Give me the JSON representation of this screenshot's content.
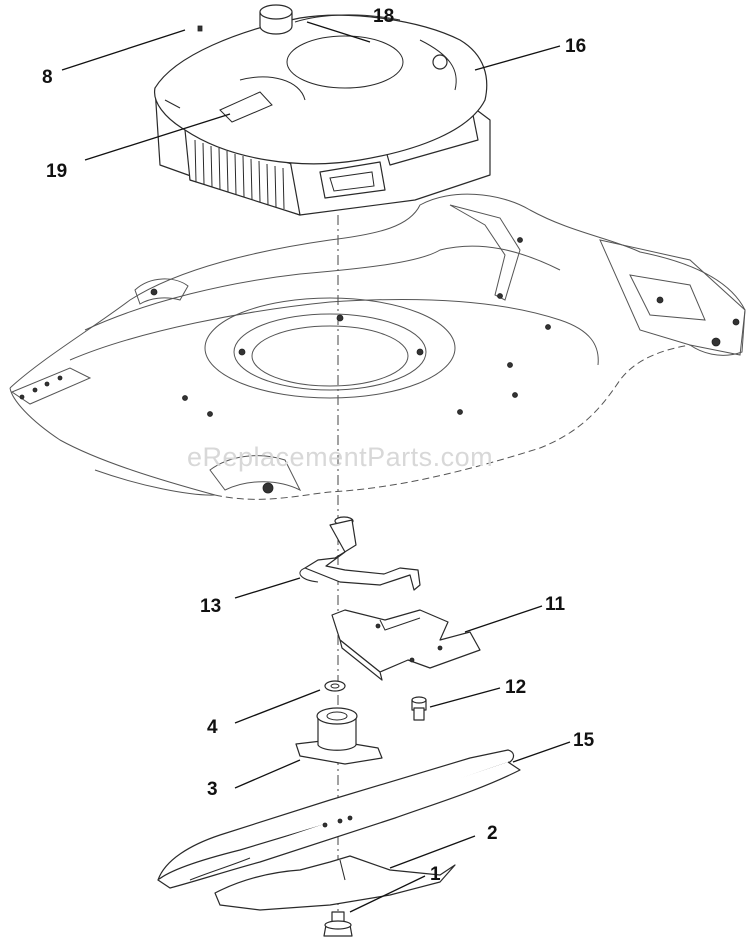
{
  "diagram": {
    "watermark": "eReplacementParts.com",
    "callouts": [
      {
        "id": "c8",
        "label": "8"
      },
      {
        "id": "c18",
        "label": "18"
      },
      {
        "id": "c16",
        "label": "16"
      },
      {
        "id": "c19",
        "label": "19"
      },
      {
        "id": "c13",
        "label": "13"
      },
      {
        "id": "c11",
        "label": "11"
      },
      {
        "id": "c12",
        "label": "12"
      },
      {
        "id": "c4",
        "label": "4"
      },
      {
        "id": "c15",
        "label": "15"
      },
      {
        "id": "c3",
        "label": "3"
      },
      {
        "id": "c2",
        "label": "2"
      },
      {
        "id": "c1",
        "label": "1"
      }
    ]
  }
}
